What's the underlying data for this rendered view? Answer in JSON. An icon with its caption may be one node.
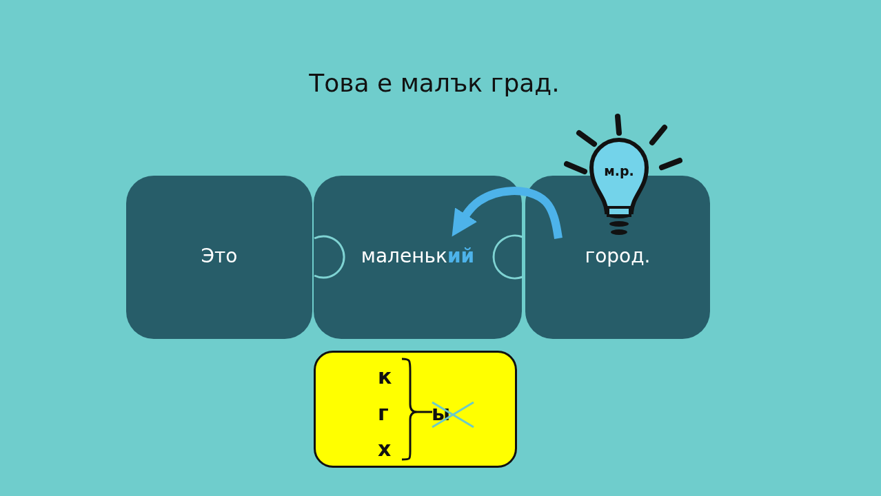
{
  "diagram": {
    "title": "Това е малък град.",
    "nodes": [
      {
        "text": [
          "Это"
        ]
      },
      {
        "text": [
          "маленьк**ий**"
        ]
      },
      {
        "text": [
          "город."
        ]
      },
      {
        "text": [
          "м.р."
        ]
      },
      {
        "text": [
          "к",
          "г",
          "х",
          "ы"
        ]
      }
    ],
    "edges": [
      {
        "from": 2,
        "to": 1,
        "arrow": "to"
      }
    ]
  }
}
